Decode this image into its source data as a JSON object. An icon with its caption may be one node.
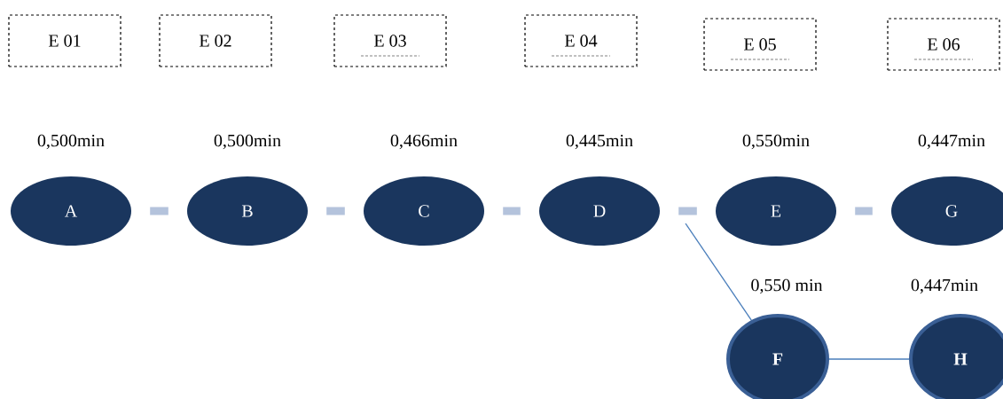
{
  "diagram": {
    "nodes": [
      {
        "text": [
          "E 01"
        ]
      },
      {
        "text": [
          "E 02"
        ]
      },
      {
        "text": [
          "E 03"
        ]
      },
      {
        "text": [
          "E 04"
        ]
      },
      {
        "text": [
          "E 05"
        ]
      },
      {
        "text": [
          "E 06"
        ]
      },
      {
        "text": [
          "A"
        ],
        "beside": [
          "0,500min"
        ]
      },
      {
        "text": [
          "B"
        ],
        "beside": [
          "0,500min"
        ]
      },
      {
        "text": [
          "C"
        ],
        "beside": [
          "0,466min"
        ]
      },
      {
        "text": [
          "D"
        ],
        "beside": [
          "0,445min"
        ]
      },
      {
        "text": [
          "E"
        ],
        "beside": [
          "0,550min"
        ]
      },
      {
        "text": [
          "G"
        ],
        "beside": [
          "0,447min"
        ]
      },
      {
        "text": [
          "F"
        ],
        "beside": [
          "0,550 min"
        ]
      },
      {
        "text": [
          "H"
        ],
        "beside": [
          "0,447min"
        ]
      }
    ],
    "edges": [
      {
        "from": 6,
        "to": 7,
        "arrow": "none"
      },
      {
        "from": 7,
        "to": 8,
        "arrow": "none"
      },
      {
        "from": 8,
        "to": 9,
        "arrow": "none"
      },
      {
        "from": 9,
        "to": 10,
        "arrow": "none"
      },
      {
        "from": 10,
        "to": 11,
        "arrow": "none"
      },
      {
        "from": 9,
        "to": 12,
        "arrow": "none",
        "color": "#4a7ebb"
      },
      {
        "from": 12,
        "to": 13,
        "arrow": "none",
        "color": "#4a7ebb"
      }
    ]
  }
}
